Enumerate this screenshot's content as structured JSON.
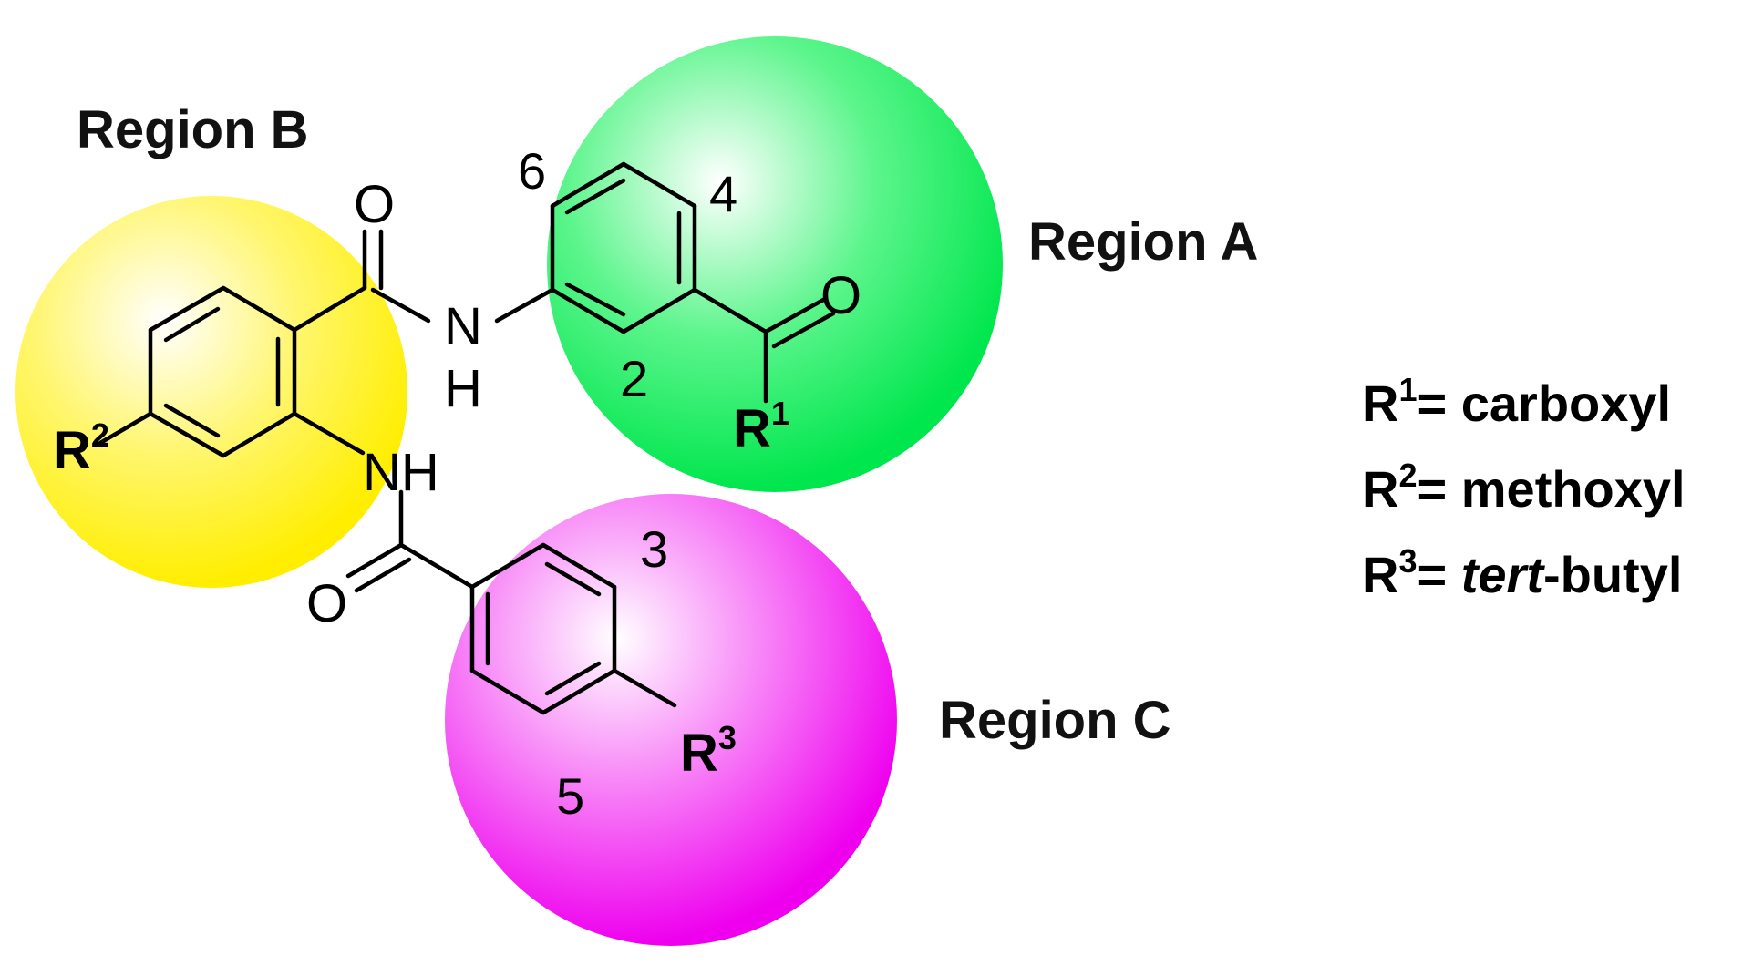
{
  "regions": {
    "a": {
      "label": "Region A",
      "color": "#00e64d"
    },
    "b": {
      "label": "Region B",
      "color": "#ffee00"
    },
    "c": {
      "label": "Region C",
      "color": "#ee00ee"
    }
  },
  "atoms": {
    "o_amide_top": "O",
    "nh_amide_top_n": "N",
    "nh_amide_top_h": "H",
    "nh_amide_mid": "NH",
    "o_amide_bottom": "O",
    "o_region_a": "O",
    "r1_symbol": "R",
    "r1_sup": "1",
    "r2_symbol": "R",
    "r2_sup": "2",
    "r3_symbol": "R",
    "r3_sup": "3"
  },
  "positions": {
    "pos_2": "2",
    "pos_3": "3",
    "pos_4": "4",
    "pos_5": "5",
    "pos_6": "6"
  },
  "legend": [
    {
      "symbol": "R",
      "sup": "1",
      "eq": "= ",
      "text": "carboxyl",
      "italic_prefix": ""
    },
    {
      "symbol": "R",
      "sup": "2",
      "eq": "= ",
      "text": "methoxyl",
      "italic_prefix": ""
    },
    {
      "symbol": "R",
      "sup": "3",
      "eq": "= ",
      "text": "-butyl",
      "italic_prefix": "tert"
    }
  ]
}
